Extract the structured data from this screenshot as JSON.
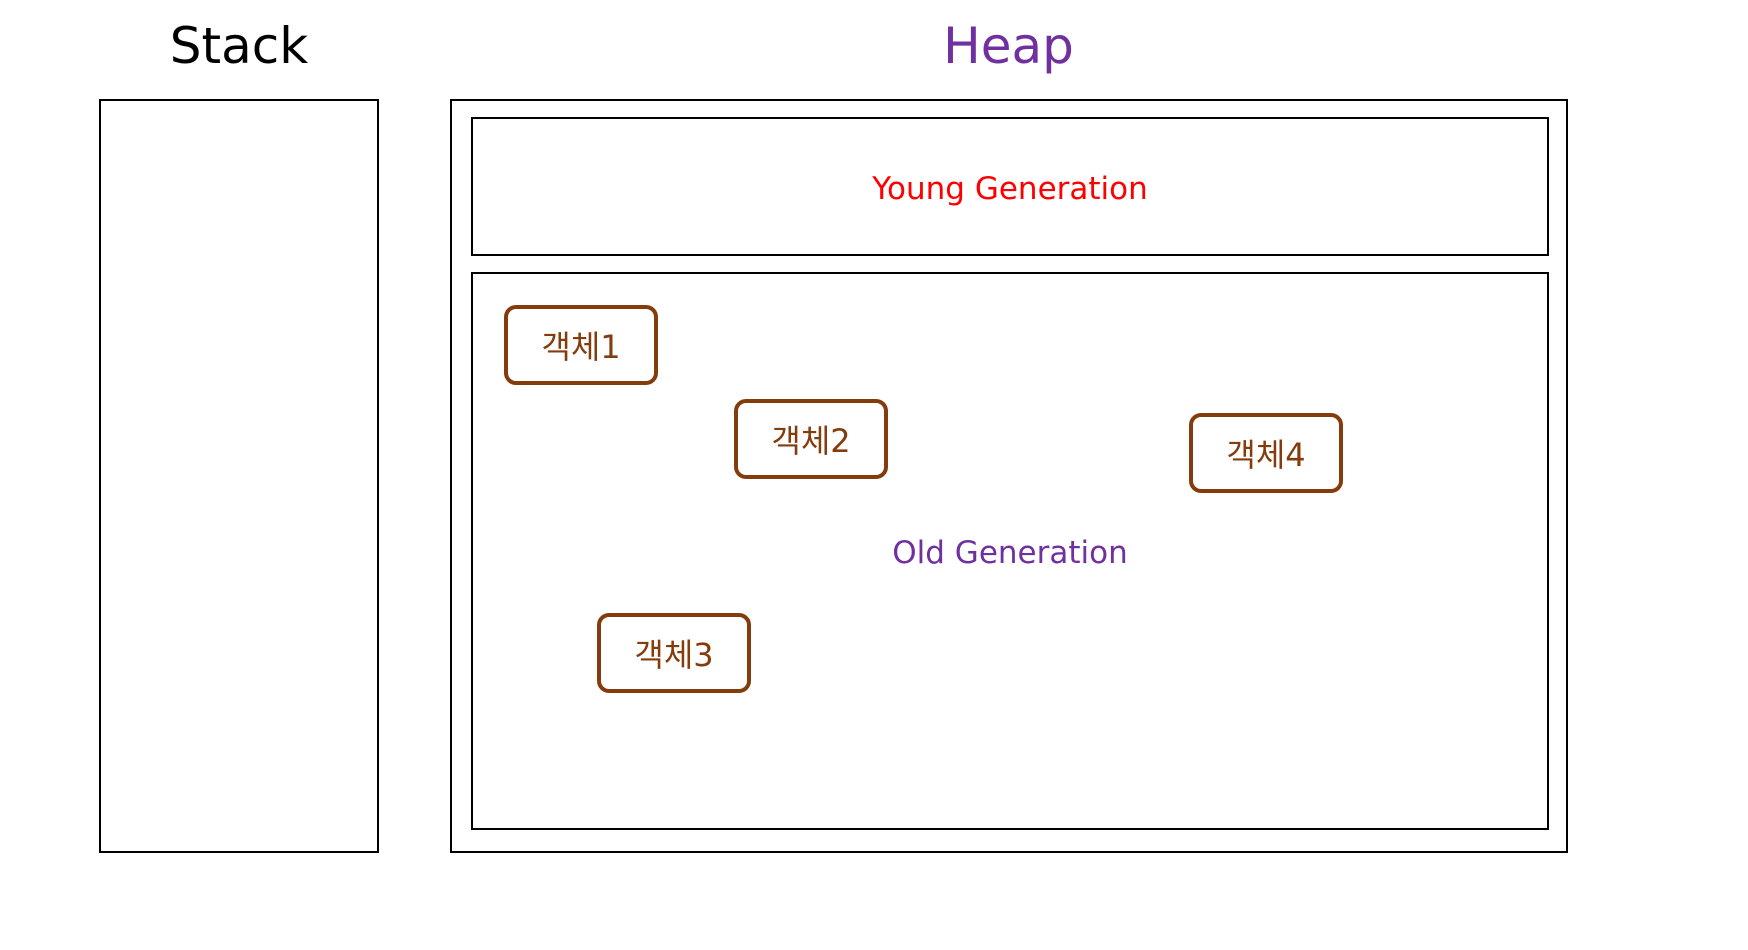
{
  "stack": {
    "title": "Stack"
  },
  "heap": {
    "title": "Heap",
    "young_generation": {
      "label": "Young Generation"
    },
    "old_generation": {
      "label": "Old Generation",
      "objects": [
        "객체1",
        "객체2",
        "객체3",
        "객체4"
      ]
    }
  },
  "colors": {
    "stack_title": "#000000",
    "heap_title": "#7030a0",
    "young_label": "#ff0000",
    "old_label": "#7030a0",
    "object_border": "#843c0c",
    "object_text": "#843c0c",
    "box_border": "#000000"
  }
}
